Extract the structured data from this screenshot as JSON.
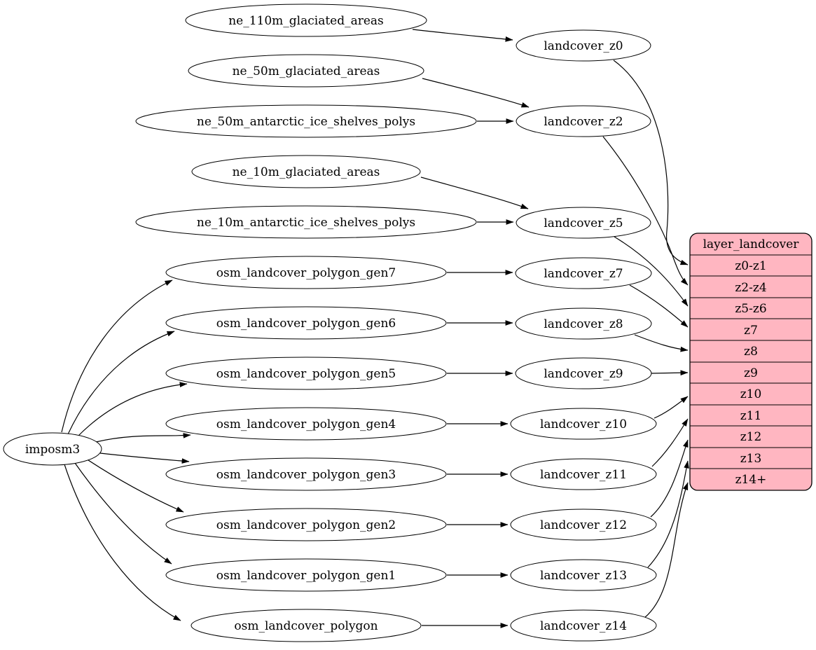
{
  "nodes": {
    "imposm3": "imposm3",
    "ne_110m": "ne_110m_glaciated_areas",
    "ne_50m": "ne_50m_glaciated_areas",
    "ne_50m_antarctic": "ne_50m_antarctic_ice_shelves_polys",
    "ne_10m": "ne_10m_glaciated_areas",
    "ne_10m_antarctic": "ne_10m_antarctic_ice_shelves_polys",
    "gen7": "osm_landcover_polygon_gen7",
    "gen6": "osm_landcover_polygon_gen6",
    "gen5": "osm_landcover_polygon_gen5",
    "gen4": "osm_landcover_polygon_gen4",
    "gen3": "osm_landcover_polygon_gen3",
    "gen2": "osm_landcover_polygon_gen2",
    "gen1": "osm_landcover_polygon_gen1",
    "polygon": "osm_landcover_polygon",
    "z0": "landcover_z0",
    "z2": "landcover_z2",
    "z5": "landcover_z5",
    "z7": "landcover_z7",
    "z8": "landcover_z8",
    "z9": "landcover_z9",
    "z10": "landcover_z10",
    "z11": "landcover_z11",
    "z12": "landcover_z12",
    "z13": "landcover_z13",
    "z14": "landcover_z14"
  },
  "table": {
    "title": "layer_landcover",
    "rows": [
      "z0-z1",
      "z2-z4",
      "z5-z6",
      "z7",
      "z8",
      "z9",
      "z10",
      "z11",
      "z12",
      "z13",
      "z14+"
    ]
  },
  "colors": {
    "table_fill": "#ffb6c1",
    "stroke": "#000000",
    "background": "#ffffff"
  }
}
